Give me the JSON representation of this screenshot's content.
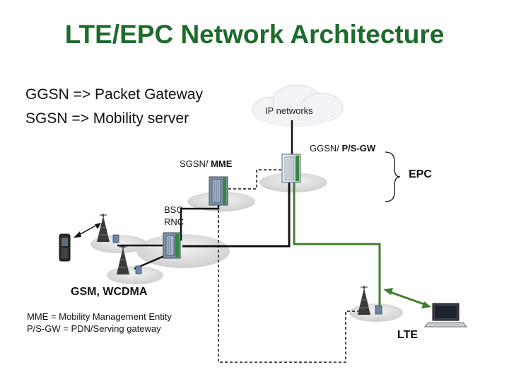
{
  "title": "LTE/EPC Network Architecture",
  "mapping": {
    "line1": "GGSN => Packet Gateway",
    "line2": "SGSN => Mobility server"
  },
  "cloud_label": "IP networks",
  "nodes": {
    "ggsn_prefix": "GGSN/ ",
    "ggsn_bold": "P/S-GW",
    "sgsn_prefix": "SGSN/ ",
    "sgsn_bold": "MME",
    "bsc": "BSC",
    "rnc": "RNC"
  },
  "epc_label": "EPC",
  "gsm_label": "GSM, WCDMA",
  "lte_label": "LTE",
  "legend": {
    "line1": "MME = Mobility Management Entity",
    "line2": "P/S-GW = PDN/Serving gateway"
  },
  "colors": {
    "title": "#1e6b2c",
    "lte_link": "#3f7f2e",
    "core_link": "#111111",
    "platform": "#d8d8d8"
  }
}
